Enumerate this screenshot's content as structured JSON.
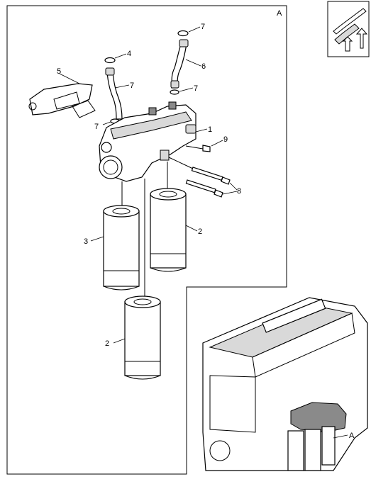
{
  "detail_label": "A",
  "inset_label": "A",
  "callouts": [
    {
      "id": "7a",
      "text": "7"
    },
    {
      "id": "6",
      "text": "6"
    },
    {
      "id": "7b",
      "text": "7"
    },
    {
      "id": "4",
      "text": "4"
    },
    {
      "id": "5",
      "text": "5"
    },
    {
      "id": "7c",
      "text": "7"
    },
    {
      "id": "7d",
      "text": "7"
    },
    {
      "id": "1",
      "text": "1"
    },
    {
      "id": "9",
      "text": "9"
    },
    {
      "id": "8",
      "text": "8"
    },
    {
      "id": "3",
      "text": "3"
    },
    {
      "id": "2a",
      "text": "2"
    },
    {
      "id": "2b",
      "text": "2"
    }
  ],
  "icons": {
    "orientation": "front-arrow-icon",
    "filter": "oil-filter-icon",
    "engine": "engine-block-icon"
  }
}
